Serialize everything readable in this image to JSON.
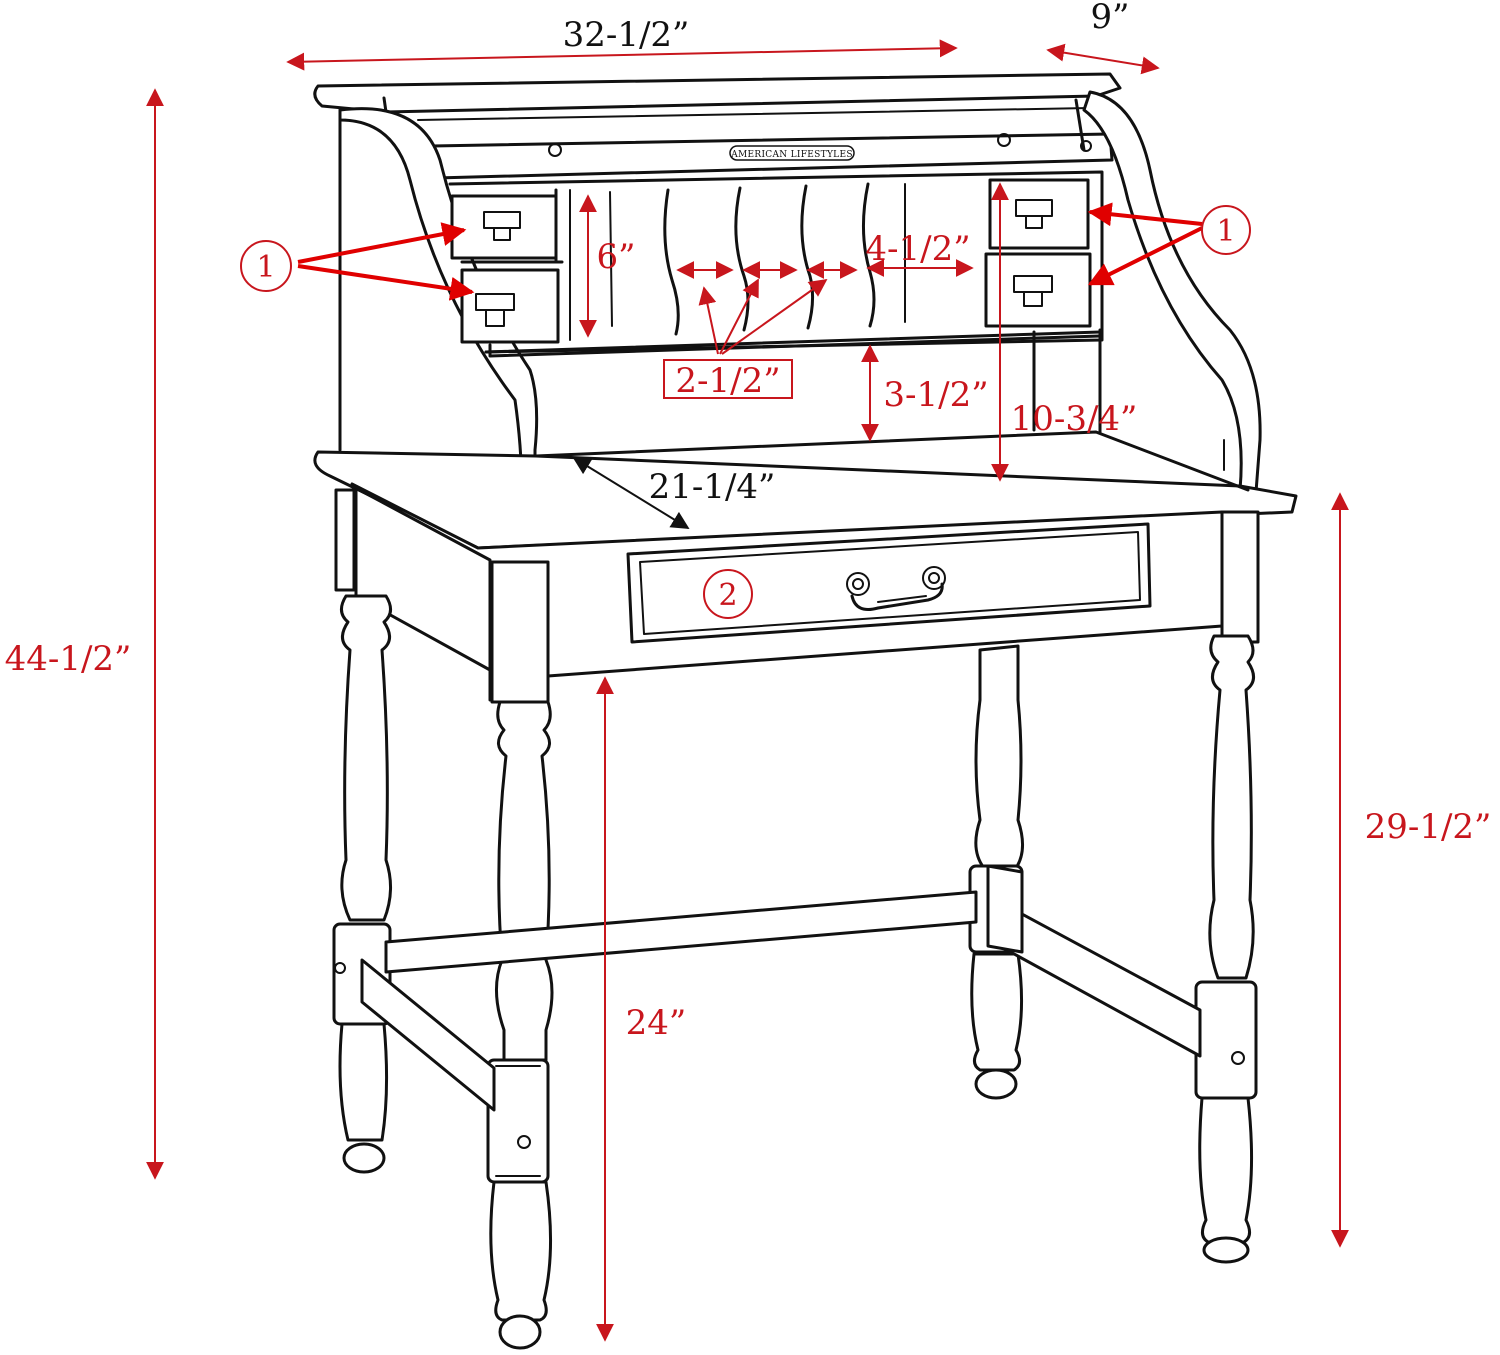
{
  "dimensions": {
    "overall_width": "32-1/2”",
    "depth": "9”",
    "overall_height": "44-1/2”",
    "cubby_height": "6”",
    "cubby_width": "4-1/2”",
    "slot_width": "2-1/2”",
    "shelf_clearance": "3-1/2”",
    "hutch_height": "10-3/4”",
    "desk_depth": "21-1/4”",
    "desk_height": "29-1/2”",
    "knee_clearance": "24”"
  },
  "callouts": {
    "left_drawers": "1",
    "right_drawers": "1",
    "main_drawer": "2"
  },
  "brand_plate": "AMERICAN LIFESTYLES",
  "colors": {
    "dimension_red": "#c8161d",
    "arrow_red": "#e00000",
    "line_art": "#111111"
  }
}
